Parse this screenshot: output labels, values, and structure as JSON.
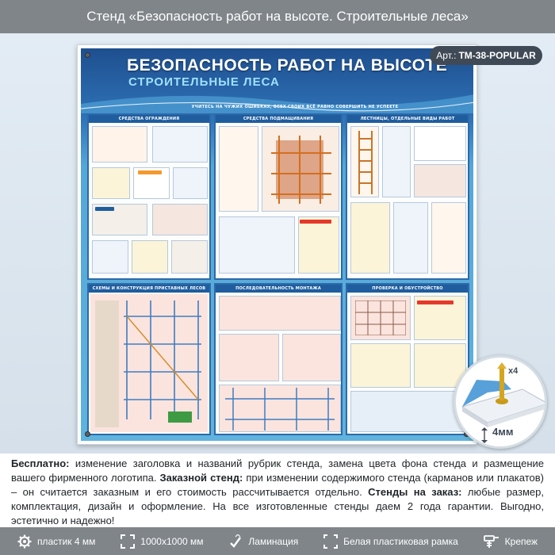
{
  "header": {
    "title": "Стенд «Безопасность работ на высоте. Строительные леса»"
  },
  "stand": {
    "title": "БЕЗОПАСНОСТЬ РАБОТ НА ВЫСОТЕ",
    "subtitle": "СТРОИТЕЛЬНЫЕ ЛЕСА",
    "slogan": "УЧИТЕСЬ НА ЧУЖИХ ОШИБКАХ, ВСЕХ СВОИХ ВСЁ РАВНО СОВЕРШИТЬ НЕ УСПЕЕТЕ",
    "panels": [
      "СРЕДСТВА ОГРАЖДЕНИЯ",
      "СРЕДСТВА ПОДМАЩИВАНИЯ",
      "ЛЕСТНИЦЫ, ОТДЕЛЬНЫЕ ВИДЫ РАБОТ",
      "СХЕМЫ И КОНСТРУКЦИЯ ПРИСТАВНЫХ ЛЕСОВ",
      "ПОСЛЕДОВАТЕЛЬНОСТЬ МОНТАЖА",
      "ПРОВЕРКА И ОБУСТРОЙСТВО"
    ]
  },
  "article": {
    "label": "Арт.:",
    "code": "TM-38-POPULAR"
  },
  "mounting": {
    "count": "x4",
    "thickness": "4мм"
  },
  "description": {
    "free_label": "Бесплатно:",
    "free_text": " изменение заголовка и названий рубрик стенда, замена цвета фона стенда и размещение вашего фирменного логотипа. ",
    "custom_label": "Заказной стенд:",
    "custom_text": " при изменении содержимого стенда (карманов или плакатов) – он считается заказным и его стоимость рассчитывается отдельно. ",
    "order_label": "Стенды на заказ:",
    "order_text": " любые размер, комплектация, дизайн и оформление. На все изготовленные стенды даем 2 года гарантии. Выгодно, эстетично и надежно!"
  },
  "features": [
    {
      "icon": "gear-icon",
      "label": "пластик 4 мм"
    },
    {
      "icon": "expand-icon",
      "label": "1000x1000 мм"
    },
    {
      "icon": "lamination-icon",
      "label": "Ламинация"
    },
    {
      "icon": "frame-icon",
      "label": "Белая пластиковая рамка"
    },
    {
      "icon": "mount-icon",
      "label": "Крепеж"
    }
  ]
}
